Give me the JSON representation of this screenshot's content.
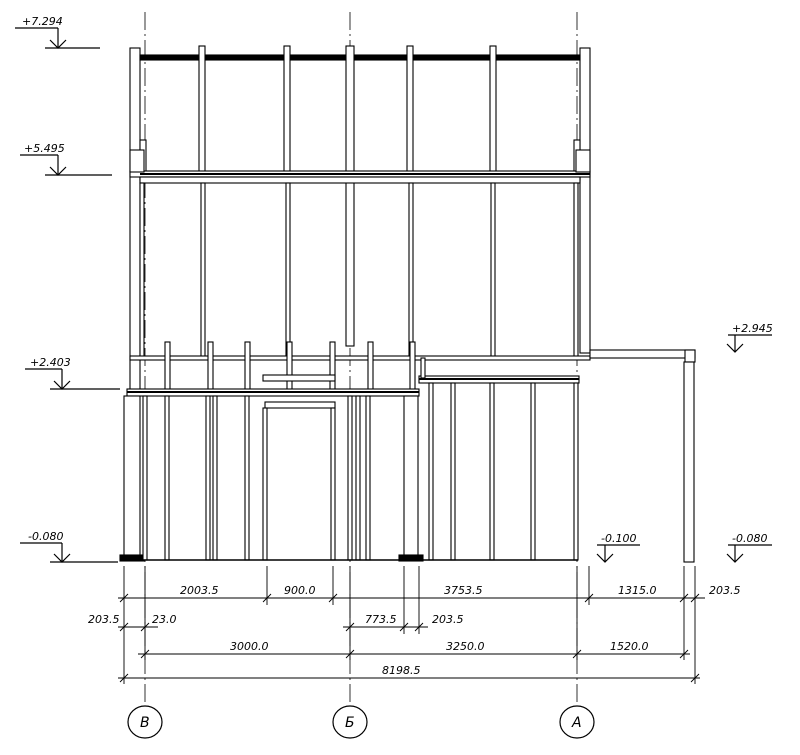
{
  "drawing": {
    "levels": [
      {
        "id": "lvl-top",
        "label": "+7.294"
      },
      {
        "id": "lvl-second",
        "label": "+5.495"
      },
      {
        "id": "lvl-canopy",
        "label": "+2.945"
      },
      {
        "id": "lvl-first",
        "label": "+2.403"
      },
      {
        "id": "lvl-ground-left",
        "label": "-0.080"
      },
      {
        "id": "lvl-ground-mid",
        "label": "-0.100"
      },
      {
        "id": "lvl-ground-right",
        "label": "-0.080"
      }
    ],
    "dimensions": {
      "row1": [
        "2003.5",
        "900.0",
        "3753.5",
        "1315.0",
        "203.5"
      ],
      "row2": [
        "203.5",
        "23.0",
        "773.5",
        "203.5"
      ],
      "row3": [
        "3000.0",
        "3250.0",
        "1520.0"
      ],
      "row4": [
        "8198.5"
      ]
    },
    "axes": [
      "В",
      "Б",
      "А"
    ]
  }
}
